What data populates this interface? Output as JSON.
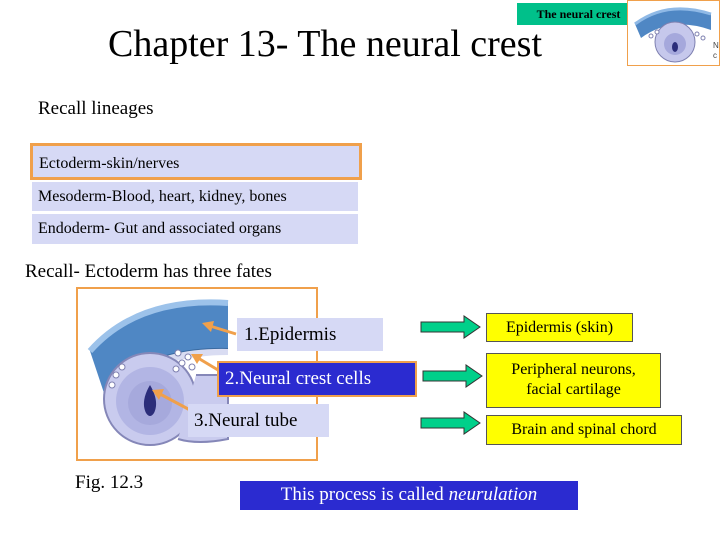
{
  "title": "Chapter 13- The neural crest",
  "corner_tag": "The neural crest",
  "recall_lineages_heading": "Recall lineages",
  "lineages": [
    "Ectoderm-skin/nerves",
    "Mesoderm-Blood, heart, kidney, bones",
    "Endoderm- Gut  and associated organs"
  ],
  "recall_fates_heading": "Recall- Ectoderm has three fates",
  "fates": [
    "1.Epidermis",
    "2.Neural crest cells",
    "3.Neural tube"
  ],
  "figure_caption": "Fig. 12.3",
  "outcomes": {
    "epidermis": "Epidermis (skin)",
    "neural_crest_line1": "Peripheral neurons,",
    "neural_crest_line2": "facial cartilage",
    "neural_tube": "Brain and spinal chord"
  },
  "banner": {
    "text": "This process is called ",
    "emphasis": "neurulation"
  },
  "colors": {
    "tag_green": "#00c08a",
    "highlight_blue": "#2b2bd0",
    "pale_blue": "#d6d9f5",
    "orange_border": "#f0a04b",
    "yellow": "#ffff00",
    "arrow_green": "#00d08a"
  }
}
